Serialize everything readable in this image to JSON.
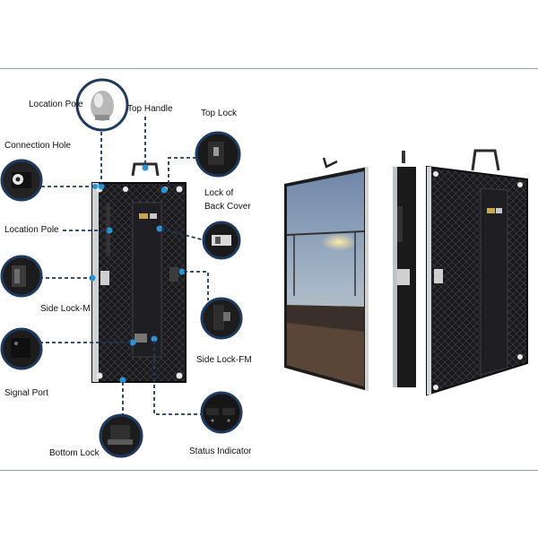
{
  "labels": {
    "location_pole_top": "Location Pole",
    "top_handle": "Top Handle",
    "top_lock": "Top Lock",
    "connection_hole": "Connection Hole",
    "lock_of_back_cover_1": "Lock of",
    "lock_of_back_cover_2": "Back Cover",
    "location_pole_left": "Location Pole",
    "side_lock_m": "Side Lock-M",
    "side_lock_fm": "Side Lock-FM",
    "signal_port": "Signal Port",
    "bottom_lock": "Bottom Lock",
    "status_indicator": "Status Indicator"
  },
  "colors": {
    "accent": "#2a93d5",
    "callout_ring": "#1f3a5f",
    "cabinet": "#1b1b1e",
    "rule": "#9aa3ad"
  }
}
